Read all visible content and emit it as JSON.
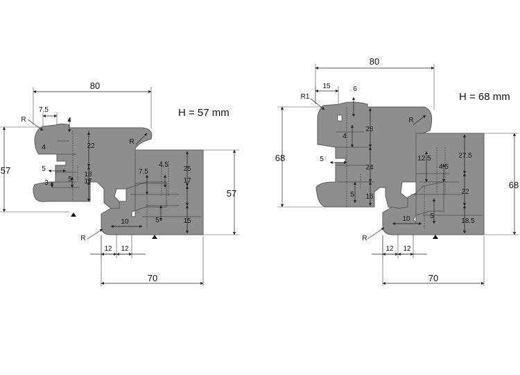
{
  "left_profile": {
    "height_label": "H = 57 mm",
    "dims": {
      "overall_width": "80",
      "overall_height_left": "57",
      "overall_height_right": "57",
      "bottom_width": "70",
      "top_notch": "7.5",
      "top_notch_h": "4",
      "step_a": "4",
      "upper_h": "22",
      "slot_w": "5",
      "mid_h": "18",
      "lower_step": "3",
      "lower_small": "5",
      "lower_h": "17",
      "right_top_a": "7.5",
      "right_top_b": "4.5",
      "right_upper": "25",
      "right_mid": "17",
      "right_low": "15",
      "tongue_w": "10",
      "tongue_step": "5",
      "bottom_a": "12",
      "bottom_b": "12",
      "radius_tl": "R",
      "radius_tr": "R",
      "radius_bl": "R"
    }
  },
  "right_profile": {
    "height_label": "H = 68 mm",
    "dims": {
      "overall_width": "80",
      "overall_height_left": "68",
      "overall_height_right": "68",
      "bottom_width": "70",
      "top_notch": "15",
      "top_notch_h": "6",
      "radius_r1": "R1",
      "upper_h": "28",
      "step_a": "4",
      "slot_w": "5",
      "mid_h": "24",
      "lower_small": "5",
      "lower_h": "16",
      "right_top_a": "12.5",
      "right_top_b": "4.5",
      "right_upper": "27.5",
      "right_mid": "22",
      "right_low": "18.5",
      "tongue_w": "10",
      "tongue_step": "5",
      "bottom_a": "12",
      "bottom_b": "12",
      "radius_tr": "R",
      "radius_bl": "R"
    }
  }
}
